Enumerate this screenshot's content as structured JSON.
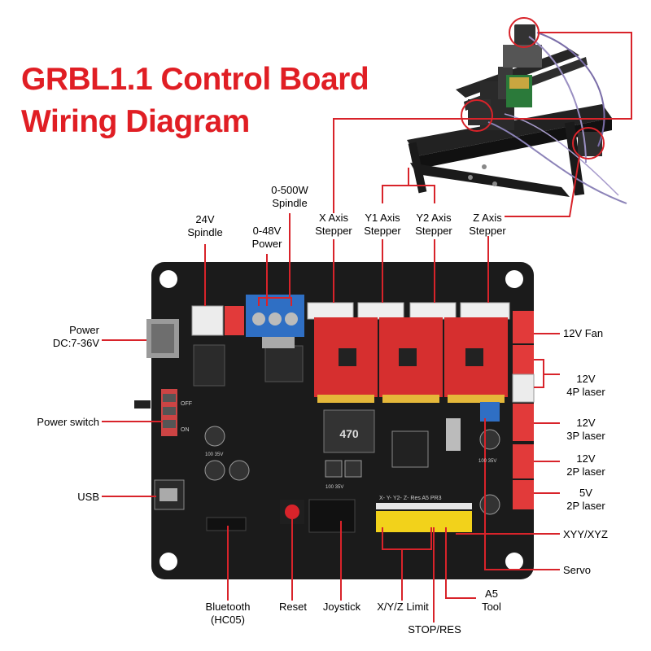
{
  "title": {
    "line1": "GRBL1.1 Control Board",
    "line2": "Wiring Diagram"
  },
  "labels": {
    "spindle24v": {
      "line1": "24V",
      "line2": "Spindle"
    },
    "power048v": {
      "line1": "0-48V",
      "line2": "Power"
    },
    "spindle500w": {
      "line1": "0-500W",
      "line2": "Spindle"
    },
    "x_axis": {
      "line1": "X Axis",
      "line2": "Stepper"
    },
    "y1_axis": {
      "line1": "Y1  Axis",
      "line2": "Stepper"
    },
    "y2_axis": {
      "line1": "Y2 Axis",
      "line2": "Stepper"
    },
    "z_axis": {
      "line1": "Z Axis",
      "line2": "Stepper"
    },
    "power_dc": {
      "line1": "Power",
      "line2": "DC:7-36V"
    },
    "power_switch": "Power switch",
    "usb": "USB",
    "fan12v": "12V Fan",
    "laser4p": {
      "line1": "12V",
      "line2": "4P laser"
    },
    "laser3p": {
      "line1": "12V",
      "line2": "3P laser"
    },
    "laser2p12": {
      "line1": "12V",
      "line2": "2P laser"
    },
    "laser2p5": {
      "line1": "5V",
      "line2": "2P laser"
    },
    "xyy": "XYY/XYZ",
    "servo": "Servo",
    "bluetooth": {
      "line1": "Bluetooth",
      "line2": "(HC05)"
    },
    "reset": "Reset",
    "joystick": "Joystick",
    "limit": "X/Y/Z Limit",
    "a5tool": {
      "line1": "A5",
      "line2": "Tool"
    },
    "stopres": "STOP/RES"
  },
  "board_text": {
    "inductor": "470",
    "off": "OFF",
    "on": "ON",
    "cap1": "100 35V",
    "cap2": "100 35V",
    "cap3": "100 35V",
    "pin_labels": "X- Y- Y2- Z- Res A5 PR3"
  },
  "colors": {
    "title": "#e01e24",
    "leader_line": "#d8232a",
    "board": "#1b1b1b",
    "driver": "#d62f2f",
    "terminal_blue": "#2f6fc4",
    "connector_red": "#e23a3a",
    "header_yellow": "#f2d21b"
  }
}
